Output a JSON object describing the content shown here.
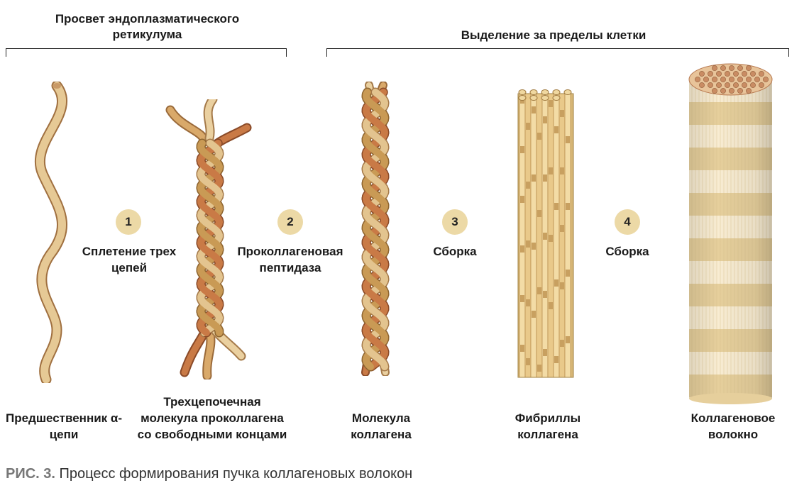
{
  "headers": {
    "er_lumen": "Просвет эндоплазматического ретикулума",
    "secretion": "Выделение за пределы клетки"
  },
  "steps": [
    {
      "number": "1",
      "label": "Сплетение трех цепей"
    },
    {
      "number": "2",
      "label": "Проколлагеновая пептидаза"
    },
    {
      "number": "3",
      "label": "Сборка"
    },
    {
      "number": "4",
      "label": "Сборка"
    }
  ],
  "structures": [
    {
      "label": "Предшественник α-цепи"
    },
    {
      "label": "Трехцепочечная молекула проколлагена со свободными концами"
    },
    {
      "label": "Молекула коллагена"
    },
    {
      "label": "Фибриллы коллагена"
    },
    {
      "label": "Коллагеновое волокно"
    }
  ],
  "caption": {
    "figure": "РИС. 3.",
    "text": "Процесс формирования пучка коллагеновых волокон"
  },
  "colors": {
    "strand_light": "#e3c48f",
    "strand_orange": "#c97a46",
    "strand_ochre": "#c99a55",
    "step_circle": "#ecd9a6",
    "fiber_light": "#f8ecd2",
    "fiber_dark": "#e6cf9c",
    "fiber_end": "#c98c63"
  }
}
